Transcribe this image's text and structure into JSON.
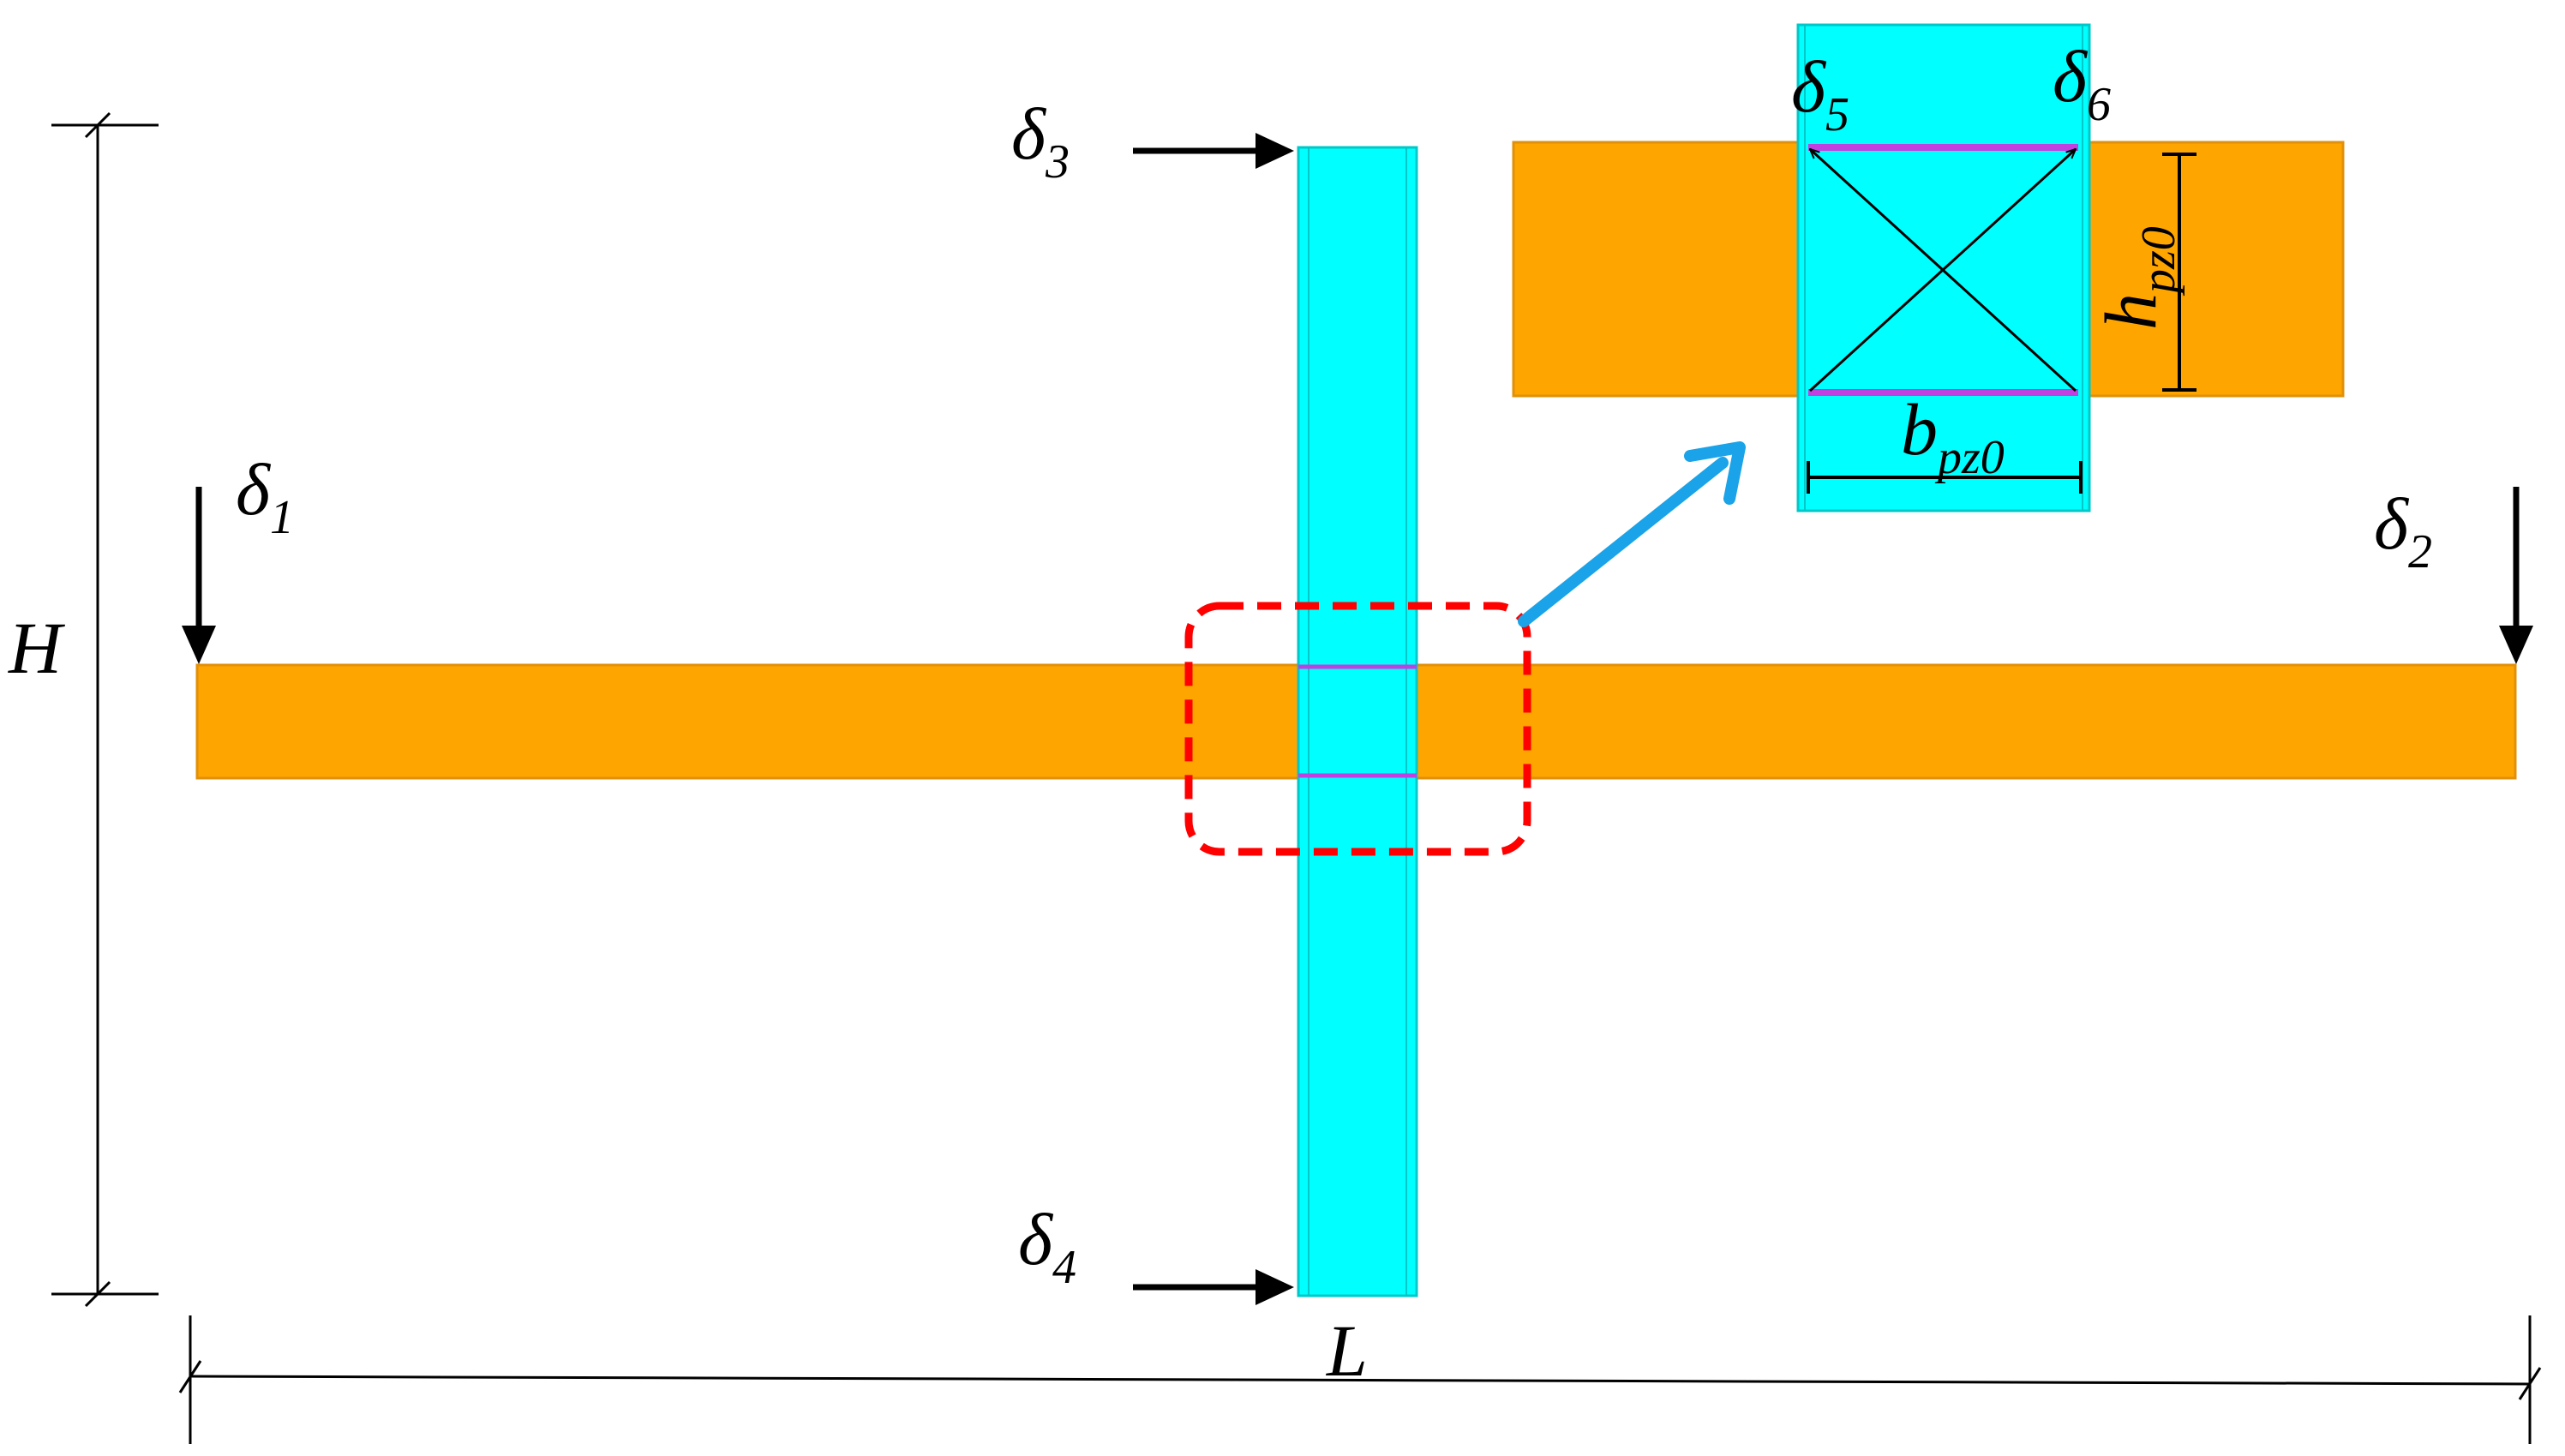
{
  "labels": {
    "delta_sym": "δ",
    "delta1_sub": "1",
    "delta2_sub": "2",
    "delta3_sub": "3",
    "delta4_sub": "4",
    "delta5_sub": "5",
    "delta6_sub": "6",
    "H": "H",
    "L": "L",
    "h_sym": "h",
    "h_sub": "pz0",
    "b_sym": "b",
    "b_sub": "pz0"
  },
  "colors": {
    "beam": "#FFA500",
    "beam_edge": "#E0900A",
    "column": "#00FFFF",
    "column_edge": "#00C8C8",
    "stiffener": "#C040E0",
    "zoom_box": "#FF0000",
    "zoom_arrow": "#1AA3E8",
    "line": "#000000"
  }
}
